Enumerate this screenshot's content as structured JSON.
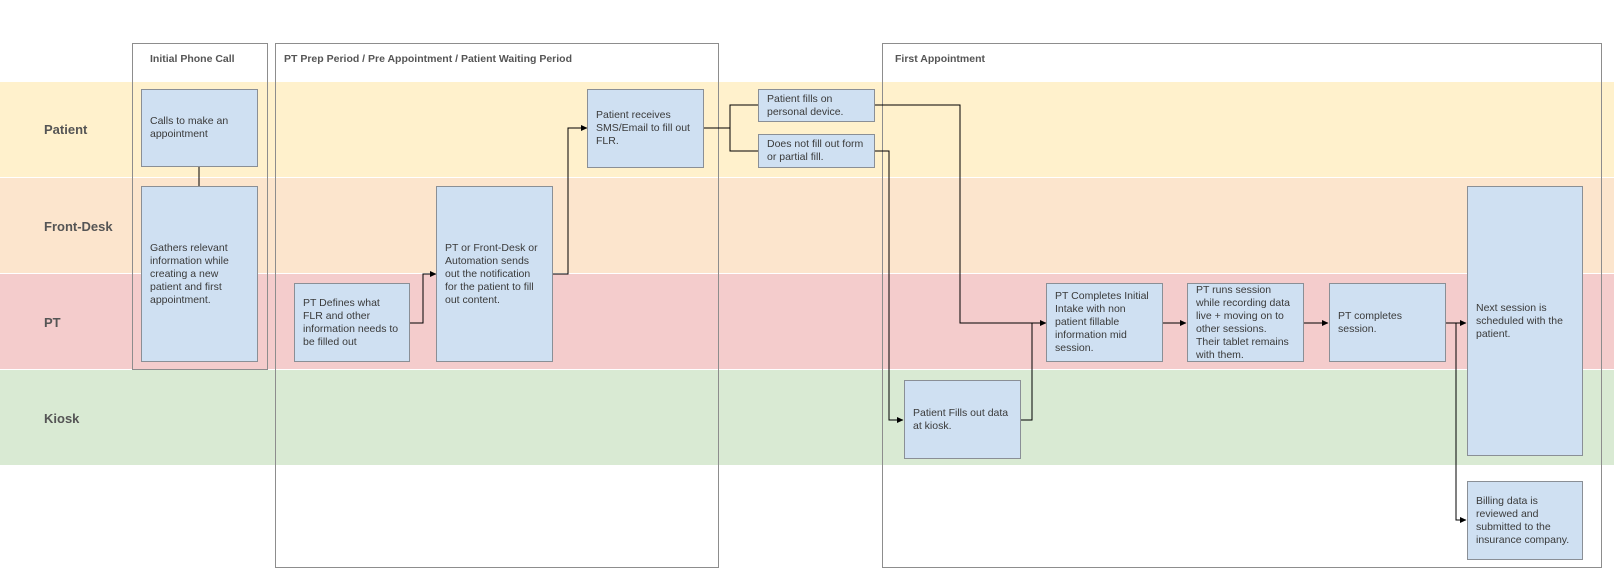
{
  "colors": {
    "lane_patient": "#fff1cc",
    "lane_front_desk": "#fce5cd",
    "lane_pt": "#f4cccc",
    "lane_kiosk": "#d9ead3",
    "node_fill": "#cfe0f2",
    "node_border": "#8a8f96",
    "phase_border": "#8d8d8d",
    "connector": "#000000"
  },
  "lanes": [
    {
      "label": "Patient"
    },
    {
      "label": "Front-Desk"
    },
    {
      "label": "PT"
    },
    {
      "label": "Kiosk"
    }
  ],
  "phases": [
    {
      "title": "Initial Phone Call"
    },
    {
      "title": "PT Prep Period / Pre Appointment / Patient Waiting Period"
    },
    {
      "title": "First Appointment"
    }
  ],
  "nodes": {
    "calls": "Calls to make an appointment",
    "gathers": "Gathers relevant information while creating a new patient and first appointment.",
    "pt_defines": "PT Defines what FLR and other information needs to be filled out",
    "pt_sends": "PT or Front-Desk or Automation sends out the notification for the patient to fill out content.",
    "sms": "Patient receives SMS/Email to fill out FLR.",
    "fills_device": "Patient fills on personal device.",
    "not_fill": "Does not fill out form or partial fill.",
    "kiosk_fill": "Patient Fills out data at kiosk.",
    "pt_intake": "PT Completes Initial Intake with non patient fillable information mid session.",
    "pt_runs": "PT runs session while recording data live + moving on to other sessions.\nTheir tablet remains with them.",
    "pt_completes": "PT completes session.",
    "next_session": "Next session is scheduled with the patient.",
    "billing": "Billing data is reviewed and submitted to the insurance company."
  }
}
